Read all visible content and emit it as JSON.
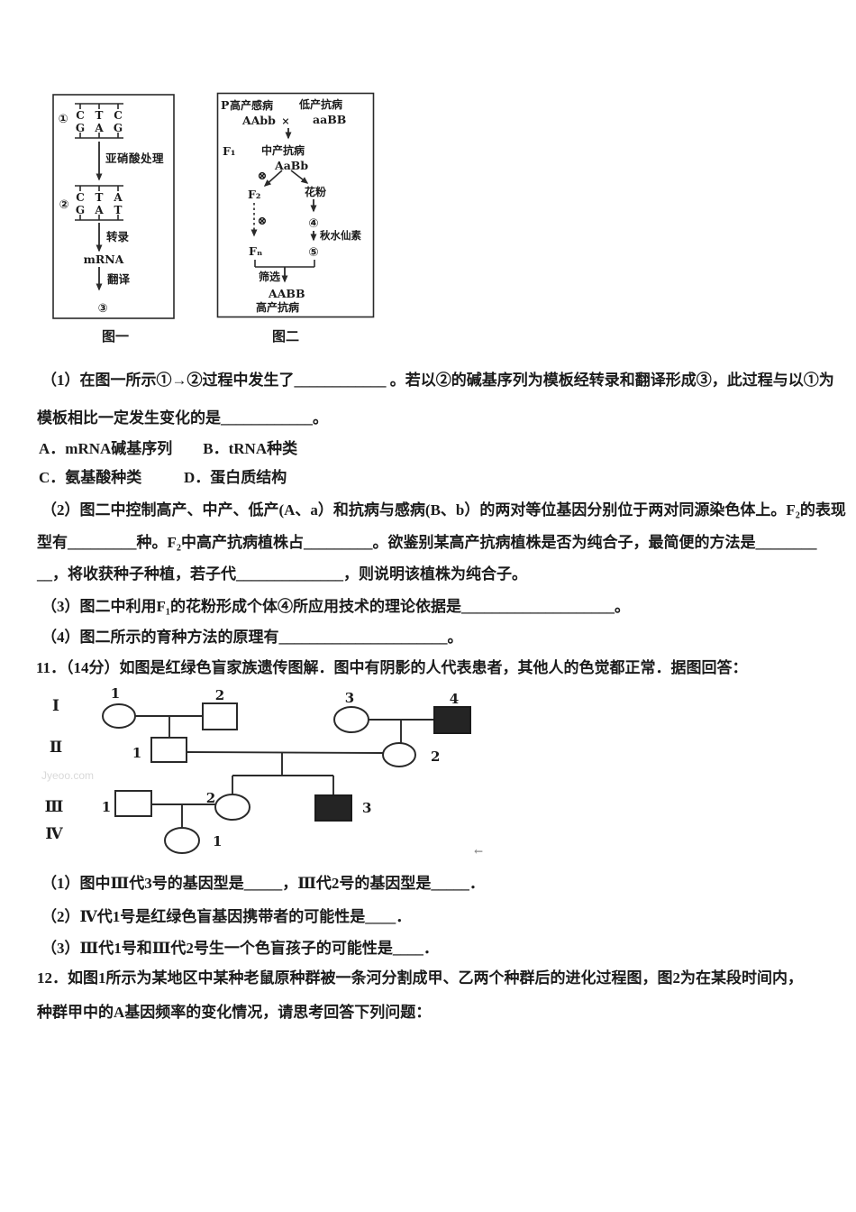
{
  "figure1": {
    "caption": "图一",
    "step1": "①",
    "step2": "②",
    "step3": "③",
    "dna1_top": [
      "C",
      "T",
      "C"
    ],
    "dna1_bottom": [
      "G",
      "A",
      "G"
    ],
    "dna2_top": [
      "C",
      "T",
      "A"
    ],
    "dna2_bottom": [
      "G",
      "A",
      "T"
    ],
    "process1": "亚硝酸处理",
    "process2": "转录",
    "mrna": "mRNA",
    "process3": "翻译"
  },
  "figure2": {
    "caption": "图二",
    "p_label": "P",
    "parent1_pheno": "高产感病",
    "parent2_pheno": "低产抗病",
    "parent1_geno": "AAbb",
    "cross": "×",
    "parent2_geno": "aaBB",
    "f1_label": "F₁",
    "f1_pheno": "中产抗病",
    "f1_geno": "AaBb",
    "self1": "⊗",
    "f2_label": "F₂",
    "pollen": "花粉",
    "self2": "⊗",
    "fn_label": "Fₙ",
    "step4": "④",
    "colchicine": "秋水仙素",
    "step5": "⑤",
    "screen": "筛选",
    "result_geno": "AABB",
    "result_pheno": "高产抗病"
  },
  "body_text": {
    "q1_l1": "（1）在图一所示①→②过程中发生了____________ 。若以②的碱基序列为模板经转录和翻译形成③，此过程与以①为",
    "q1_l2": "模板相比一定发生变化的是____________。",
    "q1_ab": "A．mRNA碱基序列        B．tRNA种类",
    "q1_cd": "C．氨基酸种类           D．蛋白质结构",
    "q2_l1": "（2）图二中控制高产、中产、低产(A、a）和抗病与感病(B、b）的两对等位基因分别位于两对同源染色体上。F₂的表现",
    "q2_l2": "型有_________种。F₂中高产抗病植株占_________。欲鉴别某高产抗病植株是否为纯合子，最简便的方法是________",
    "q2_l3": "__，将收获种子种植，若子代______________，则说明该植株为纯合子。",
    "q3": "（3）图二中利用F₁的花粉形成个体④所应用技术的理论依据是____________________。",
    "q4": "（4）图二所示的育种方法的原理有______________________。",
    "q11_intro": "11．（14分）如图是红绿色盲家族遗传图解．图中有阴影的人代表患者，其他人的色觉都正常．据图回答：",
    "q11_1": "（1）图中Ⅲ代3号的基因型是_____，Ⅲ代2号的基因型是_____．",
    "q11_2": "（2）Ⅳ代1号是红绿色盲基因携带者的可能性是____．",
    "q11_3": "（3）Ⅲ代1号和Ⅲ代2号生一个色盲孩子的可能性是____．",
    "q12_l1": "12．如图1所示为某地区中某种老鼠原种群被一条河分割成甲、乙两个种群后的进化过程图，图2为在某段时间内，",
    "q12_l2": "种群甲中的A基因频率的变化情况，请思考回答下列问题："
  },
  "pedigree": {
    "generation_labels": [
      "I",
      "Ⅱ",
      "Ⅲ",
      "Ⅳ"
    ],
    "members": {
      "I1": "1",
      "I2": "2",
      "I3": "3",
      "I4": "4",
      "II1": "1",
      "II2": "2",
      "III1": "1",
      "III2": "2",
      "III3": "3",
      "IV1": "1"
    },
    "watermark": "Jyeoo.com",
    "return_mark": "←"
  }
}
